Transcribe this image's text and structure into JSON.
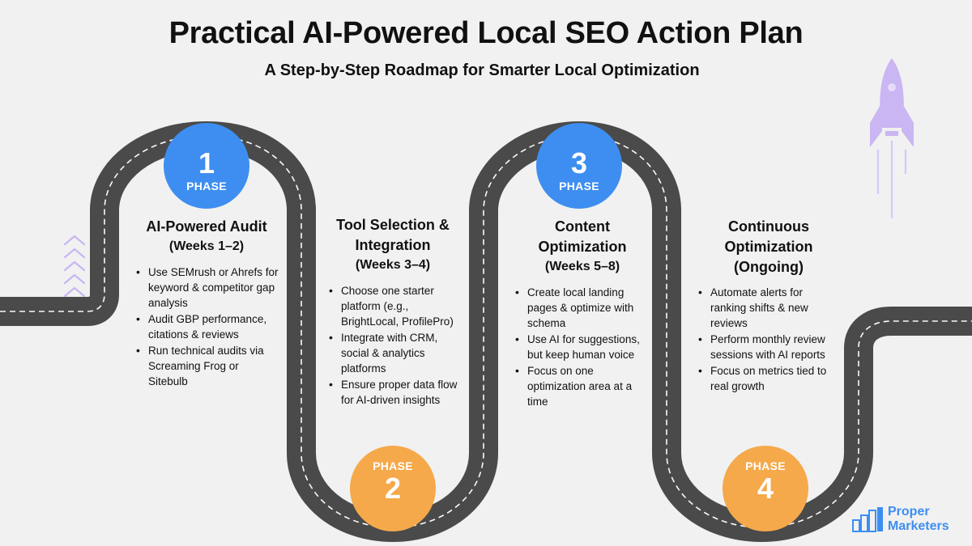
{
  "header": {
    "title": "Practical AI-Powered Local SEO Action Plan",
    "subtitle": "A Step-by-Step Roadmap for Smarter Local Optimization"
  },
  "colors": {
    "blue": "#3d8ef0",
    "orange": "#f5a94a",
    "road": "#4a4a4a",
    "rocket": "#c9b6f2"
  },
  "phases": [
    {
      "number": "1",
      "label": "PHASE",
      "title": "AI-Powered Audit",
      "subtitle": "(Weeks 1–2)",
      "bullets": [
        "Use SEMrush or Ahrefs for keyword & competitor gap analysis",
        "Audit GBP performance, citations & reviews",
        "Run technical audits via Screaming Frog or Sitebulb"
      ]
    },
    {
      "number": "2",
      "label": "PHASE",
      "title": "Tool Selection & Integration",
      "subtitle": "(Weeks 3–4)",
      "bullets": [
        "Choose one starter platform (e.g., BrightLocal, ProfilePro)",
        "Integrate with CRM, social & analytics platforms",
        "Ensure proper data flow for AI-driven insights"
      ]
    },
    {
      "number": "3",
      "label": "PHASE",
      "title": "Content Optimization",
      "subtitle": "(Weeks 5–8)",
      "bullets": [
        "Create local landing pages & optimize with schema",
        "Use AI for suggestions, but keep human voice",
        "Focus on one optimization area at a time"
      ]
    },
    {
      "number": "4",
      "label": "PHASE",
      "title": "Continuous Optimization",
      "subtitle": "(Ongoing)",
      "bullets": [
        "Automate alerts for ranking shifts & new reviews",
        "Perform monthly review sessions with AI reports",
        "Focus on metrics tied to real growth"
      ]
    }
  ],
  "brand": {
    "line1": "Proper",
    "line2": "Marketers"
  },
  "icons": {
    "rocket": "rocket-icon",
    "chevrons": "chevron-up-icon",
    "logo": "bar-chart-icon"
  }
}
